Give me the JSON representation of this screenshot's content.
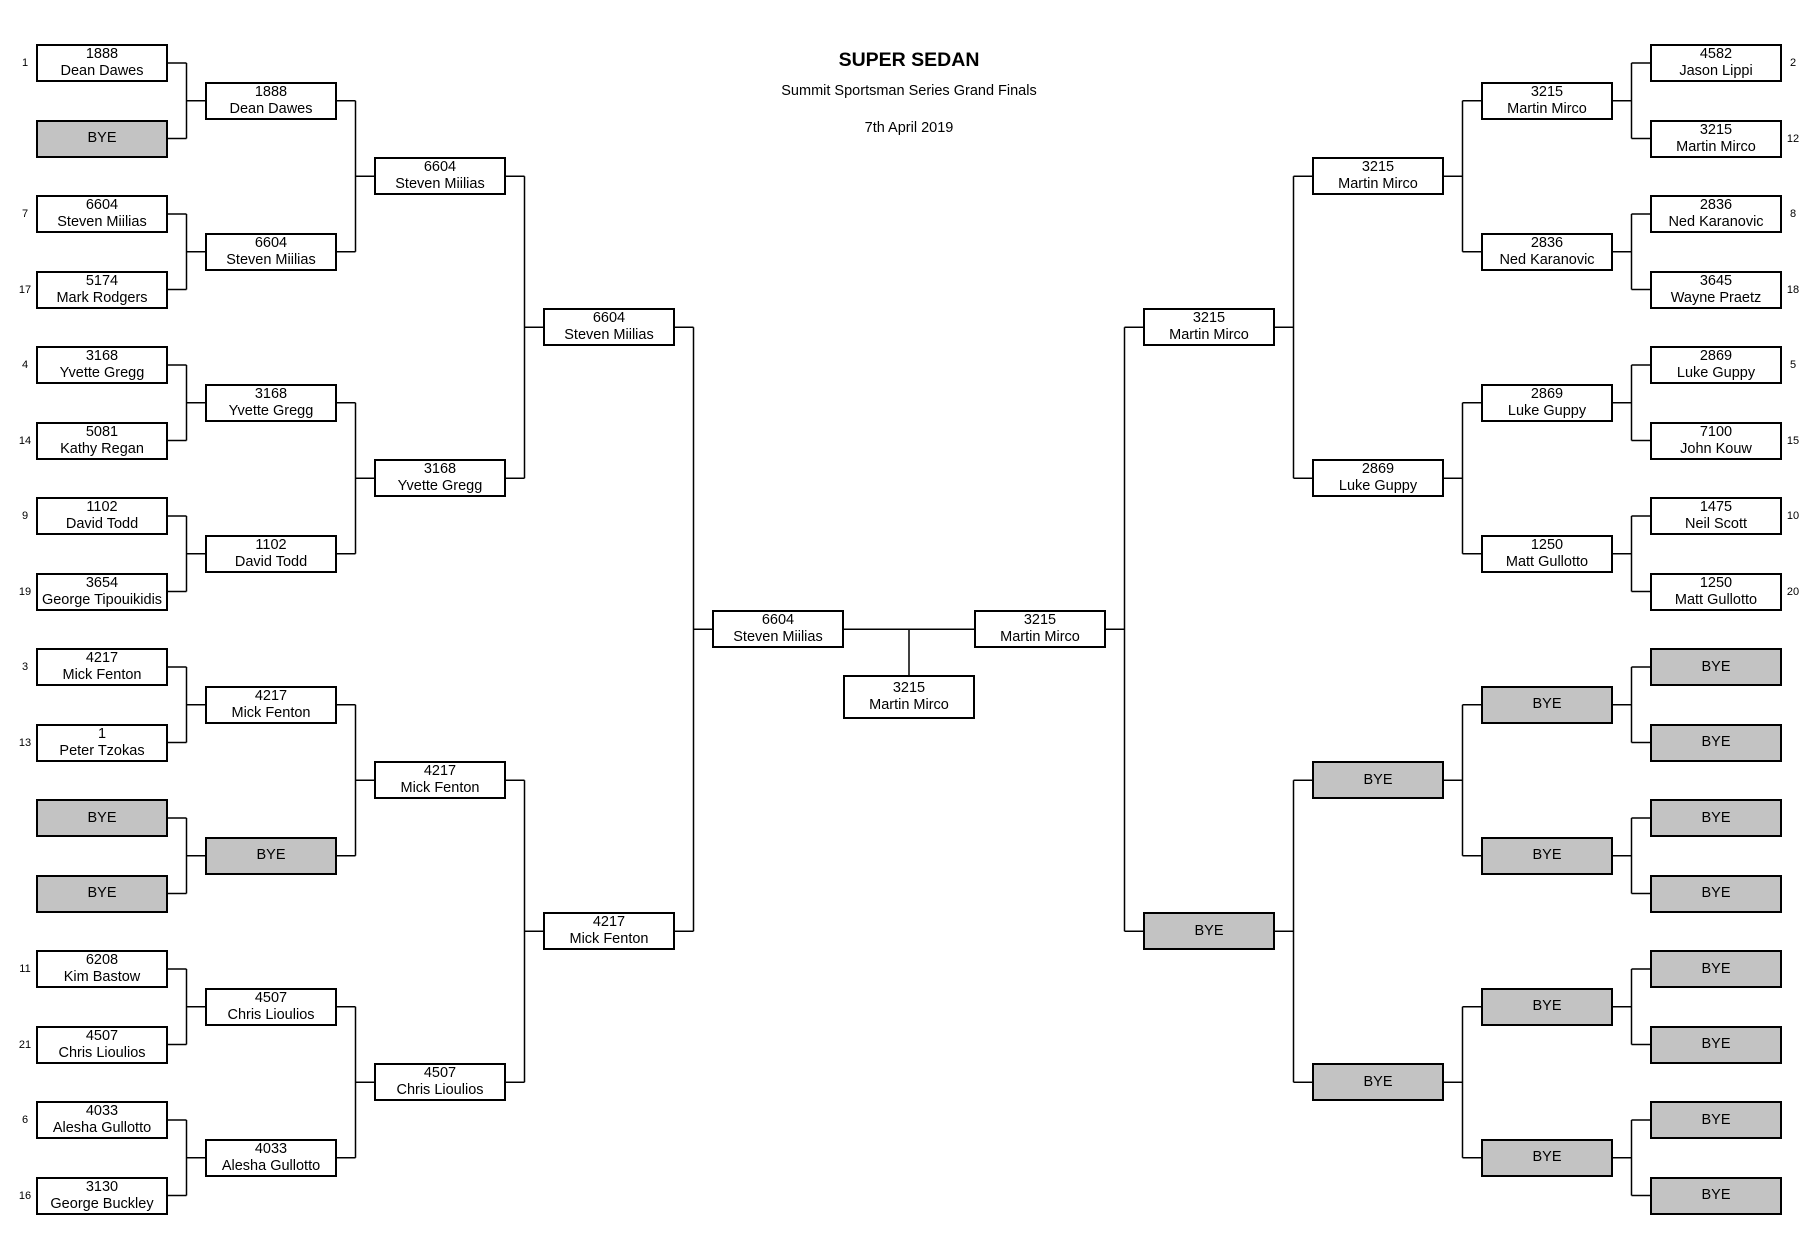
{
  "header": {
    "title": "SUPER SEDAN",
    "subtitle": "Summit Sportsman Series Grand Finals",
    "date": "7th April 2019"
  },
  "colors": {
    "bye_fill": "#c3c3c3",
    "line": "#000000",
    "box_border": "#000000"
  },
  "left": {
    "r1": [
      {
        "seed": "1",
        "num": "1888",
        "name": "Dean Dawes"
      },
      {
        "seed": "",
        "num": "",
        "name": "BYE",
        "bye": true
      },
      {
        "seed": "7",
        "num": "6604",
        "name": "Steven Miilias"
      },
      {
        "seed": "17",
        "num": "5174",
        "name": "Mark Rodgers"
      },
      {
        "seed": "4",
        "num": "3168",
        "name": "Yvette Gregg"
      },
      {
        "seed": "14",
        "num": "5081",
        "name": "Kathy Regan"
      },
      {
        "seed": "9",
        "num": "1102",
        "name": "David Todd"
      },
      {
        "seed": "19",
        "num": "3654",
        "name": "George Tipouikidis"
      },
      {
        "seed": "3",
        "num": "4217",
        "name": "Mick Fenton"
      },
      {
        "seed": "13",
        "num": "1",
        "name": "Peter Tzokas"
      },
      {
        "seed": "",
        "num": "",
        "name": "BYE",
        "bye": true
      },
      {
        "seed": "",
        "num": "",
        "name": "BYE",
        "bye": true
      },
      {
        "seed": "11",
        "num": "6208",
        "name": "Kim Bastow"
      },
      {
        "seed": "21",
        "num": "4507",
        "name": "Chris Lioulios"
      },
      {
        "seed": "6",
        "num": "4033",
        "name": "Alesha Gullotto"
      },
      {
        "seed": "16",
        "num": "3130",
        "name": "George Buckley"
      }
    ],
    "r2": [
      {
        "num": "1888",
        "name": "Dean Dawes"
      },
      {
        "num": "6604",
        "name": "Steven Miilias"
      },
      {
        "num": "3168",
        "name": "Yvette Gregg"
      },
      {
        "num": "1102",
        "name": "David Todd"
      },
      {
        "num": "4217",
        "name": "Mick Fenton"
      },
      {
        "num": "",
        "name": "BYE",
        "bye": true
      },
      {
        "num": "4507",
        "name": "Chris Lioulios"
      },
      {
        "num": "4033",
        "name": "Alesha Gullotto"
      }
    ],
    "r3": [
      {
        "num": "6604",
        "name": "Steven Miilias"
      },
      {
        "num": "3168",
        "name": "Yvette Gregg"
      },
      {
        "num": "4217",
        "name": "Mick Fenton"
      },
      {
        "num": "4507",
        "name": "Chris Lioulios"
      }
    ],
    "r4": [
      {
        "num": "6604",
        "name": "Steven Miilias"
      },
      {
        "num": "4217",
        "name": "Mick Fenton"
      }
    ],
    "final": {
      "num": "6604",
      "name": "Steven Miilias"
    }
  },
  "right": {
    "r1": [
      {
        "seed": "2",
        "num": "4582",
        "name": "Jason Lippi"
      },
      {
        "seed": "12",
        "num": "3215",
        "name": "Martin Mirco"
      },
      {
        "seed": "8",
        "num": "2836",
        "name": "Ned Karanovic"
      },
      {
        "seed": "18",
        "num": "3645",
        "name": "Wayne Praetz"
      },
      {
        "seed": "5",
        "num": "2869",
        "name": "Luke Guppy"
      },
      {
        "seed": "15",
        "num": "7100",
        "name": "John Kouw"
      },
      {
        "seed": "10",
        "num": "1475",
        "name": "Neil Scott"
      },
      {
        "seed": "20",
        "num": "1250",
        "name": "Matt Gullotto"
      },
      {
        "seed": "",
        "num": "",
        "name": "BYE",
        "bye": true
      },
      {
        "seed": "",
        "num": "",
        "name": "BYE",
        "bye": true
      },
      {
        "seed": "",
        "num": "",
        "name": "BYE",
        "bye": true
      },
      {
        "seed": "",
        "num": "",
        "name": "BYE",
        "bye": true
      },
      {
        "seed": "",
        "num": "",
        "name": "BYE",
        "bye": true
      },
      {
        "seed": "",
        "num": "",
        "name": "BYE",
        "bye": true
      },
      {
        "seed": "",
        "num": "",
        "name": "BYE",
        "bye": true
      },
      {
        "seed": "",
        "num": "",
        "name": "BYE",
        "bye": true
      }
    ],
    "r2": [
      {
        "num": "3215",
        "name": "Martin Mirco"
      },
      {
        "num": "2836",
        "name": "Ned Karanovic"
      },
      {
        "num": "2869",
        "name": "Luke Guppy"
      },
      {
        "num": "1250",
        "name": "Matt Gullotto"
      },
      {
        "num": "",
        "name": "BYE",
        "bye": true
      },
      {
        "num": "",
        "name": "BYE",
        "bye": true
      },
      {
        "num": "",
        "name": "BYE",
        "bye": true
      },
      {
        "num": "",
        "name": "BYE",
        "bye": true
      }
    ],
    "r3": [
      {
        "num": "3215",
        "name": "Martin Mirco"
      },
      {
        "num": "2869",
        "name": "Luke Guppy"
      },
      {
        "num": "",
        "name": "BYE",
        "bye": true
      },
      {
        "num": "",
        "name": "BYE",
        "bye": true
      }
    ],
    "r4": [
      {
        "num": "3215",
        "name": "Martin Mirco"
      },
      {
        "num": "",
        "name": "BYE",
        "bye": true
      }
    ],
    "final": {
      "num": "3215",
      "name": "Martin Mirco"
    }
  },
  "champion": {
    "num": "3215",
    "name": "Martin Mirco"
  }
}
